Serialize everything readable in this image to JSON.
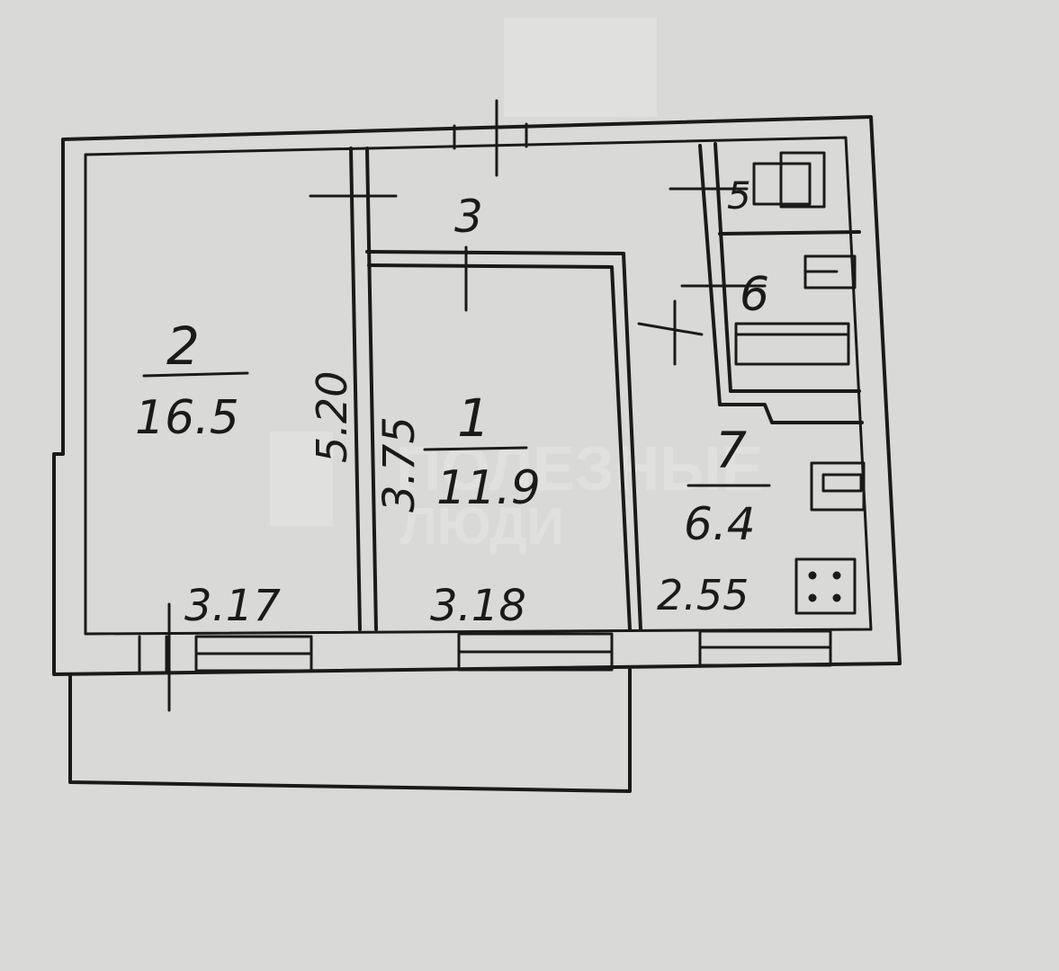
{
  "rooms": [
    {
      "number": "2",
      "area": "16.5",
      "width": "3.17"
    },
    {
      "number": "1",
      "area": "11.9",
      "width": "3.18",
      "depth": "3.75"
    },
    {
      "number": "3"
    },
    {
      "number": "7",
      "area": "6.4",
      "width": "2.55"
    },
    {
      "number": "5"
    },
    {
      "number": "6"
    }
  ],
  "overall_depth": "5.20",
  "watermark": {
    "line1": "ПОЛЕЗНЫЕ",
    "line2": "ЛЮДИ"
  },
  "colors": {
    "paper": "#d9d9d7",
    "ink": "#1a1a1a"
  }
}
